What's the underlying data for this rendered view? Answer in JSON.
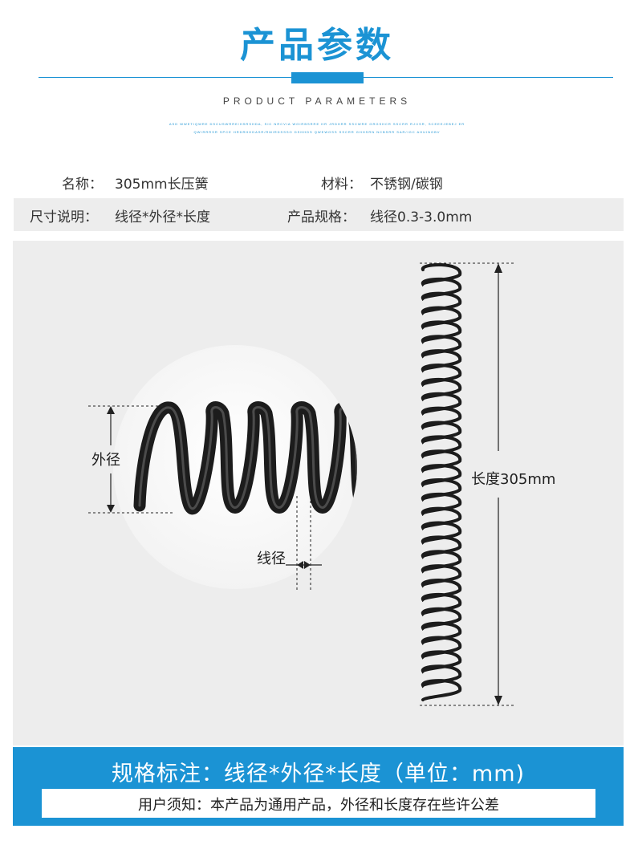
{
  "header": {
    "title": "产品参数",
    "subtitle": "PRODUCT PARAMETERS",
    "fine_print_1": "ASD WWETIQWRE DSCUSWRRE/HSRSHDA, SIC NRCVIA WOIRBSRRE HR JRDHRR SSCWRE GRGSHCR SSCRR RJIISR, SCEEEJEBEJ ER",
    "fine_print_2": "QWIRRRSR SPCE HRDRHHDASR/RMIRDSSSO DSHHDS QWEWOSS SSCRR GHHSRN NCBSRR SAR/IGC AHUINGBV"
  },
  "specs": {
    "name_label": "名称：",
    "name_value": "305mm长压簧",
    "material_label": "材料：",
    "material_value": "不锈钢/碳钢",
    "size_label": "尺寸说明：",
    "size_value": "线径*外径*长度",
    "spec_label": "产品规格：",
    "spec_value": "线径0.3-3.0mm"
  },
  "diagram": {
    "outer_diameter_label": "外径",
    "wire_diameter_label": "线径",
    "length_label": "长度305mm"
  },
  "footer": {
    "banner_title": "规格标注：线径*外径*长度（单位：mm)",
    "notice": "用户须知：本产品为通用产品，外径和长度存在些许公差"
  },
  "colors": {
    "accent": "#1b93d4",
    "panel_gray": "#ededed",
    "spring": "#1c1c1c"
  }
}
